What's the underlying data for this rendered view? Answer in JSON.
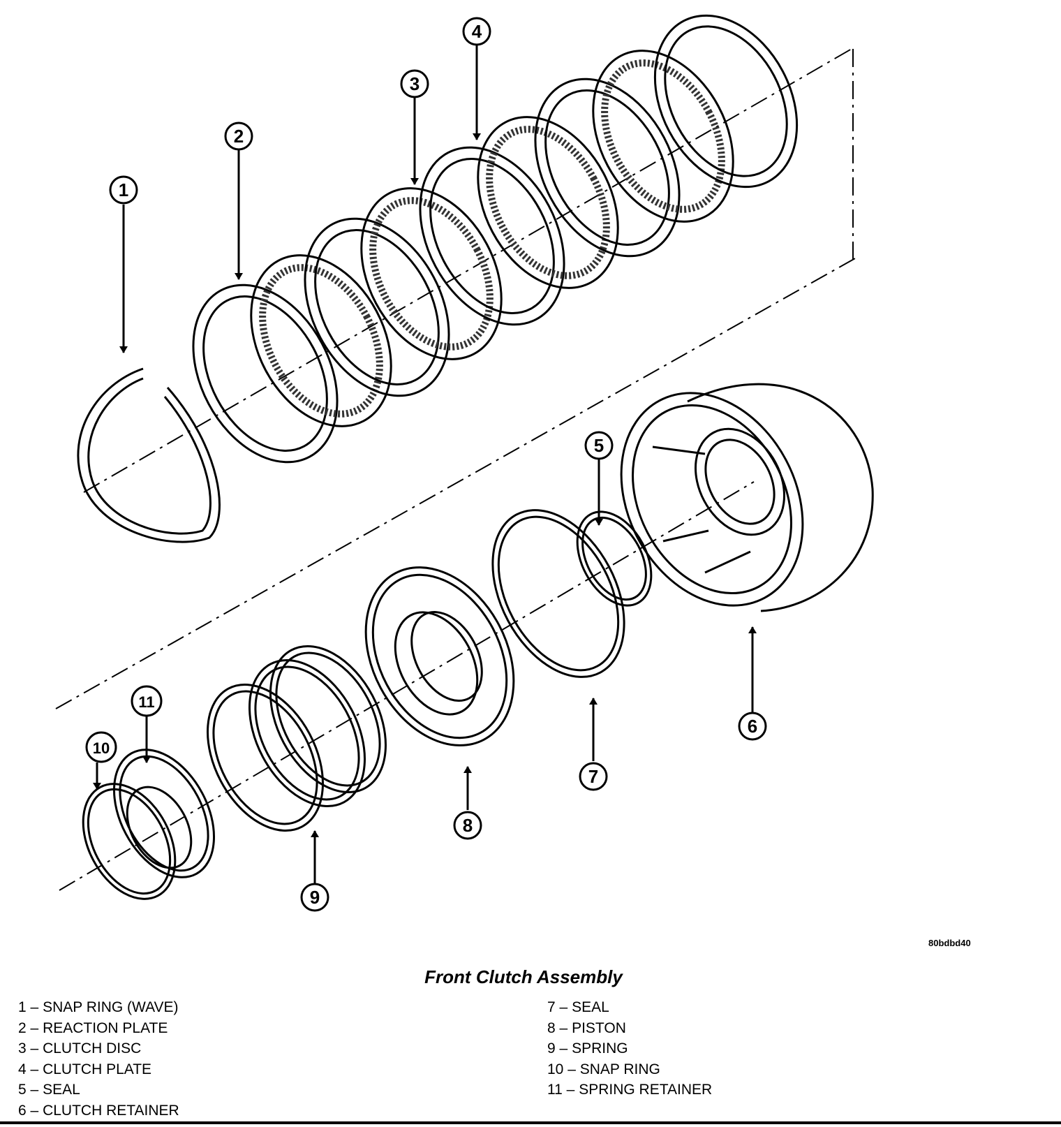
{
  "figure": {
    "title": "Front Clutch Assembly",
    "reference_code": "80bdbd40",
    "callouts": [
      "1",
      "2",
      "3",
      "4",
      "5",
      "6",
      "7",
      "8",
      "9",
      "10",
      "11"
    ],
    "legend_left": [
      {
        "num": "1",
        "label": "SNAP RING (WAVE)"
      },
      {
        "num": "2",
        "label": "REACTION PLATE"
      },
      {
        "num": "3",
        "label": "CLUTCH DISC"
      },
      {
        "num": "4",
        "label": "CLUTCH PLATE"
      },
      {
        "num": "5",
        "label": "SEAL"
      },
      {
        "num": "6",
        "label": "CLUTCH RETAINER"
      }
    ],
    "legend_right": [
      {
        "num": "7",
        "label": "SEAL"
      },
      {
        "num": "8",
        "label": "PISTON"
      },
      {
        "num": "9",
        "label": "SPRING"
      },
      {
        "num": "10",
        "label": "SNAP RING"
      },
      {
        "num": "11",
        "label": "SPRING RETAINER"
      }
    ],
    "separator": "–"
  }
}
